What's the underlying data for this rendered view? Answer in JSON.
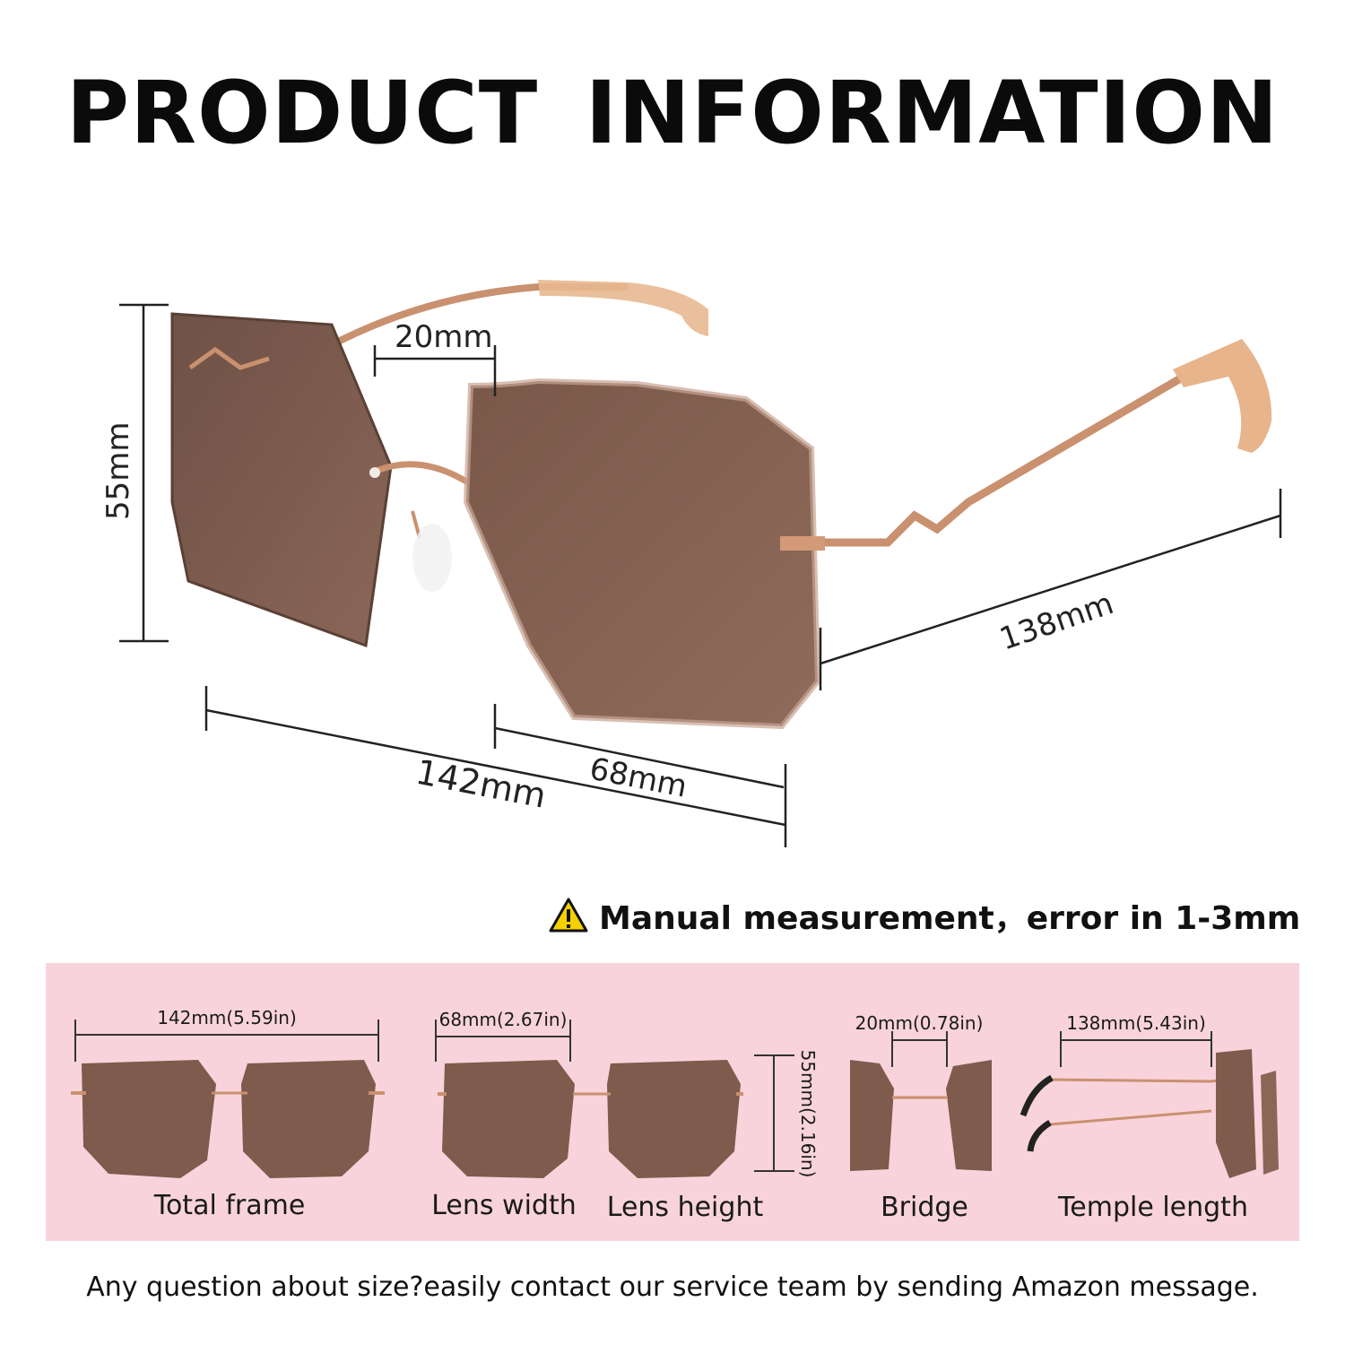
{
  "title": "PRODUCT  INFORMATION",
  "dimensions": {
    "bridge": "20mm",
    "lens_height": "55mm",
    "temple": "138mm",
    "total": "142mm",
    "lens_width": "68mm"
  },
  "warning": {
    "icon": "warning-triangle-icon",
    "text": "Manual measurement，error in 1-3mm"
  },
  "panel": {
    "background": "#f8d3dc",
    "items": [
      {
        "size": "142mm(5.59in)",
        "label": "Total frame"
      },
      {
        "size": "68mm(2.67in)",
        "label": "Lens width"
      },
      {
        "size": "55mm(2.16in)",
        "label": "Lens height"
      },
      {
        "size": "20mm(0.78in)",
        "label": "Bridge"
      },
      {
        "size": "138mm(5.43in)",
        "label": "Temple length"
      }
    ]
  },
  "footer": "Any question about size?easily contact our service team by sending Amazon message.",
  "colors": {
    "lens": "#7b5a4e",
    "frame": "#c99072",
    "temple_tip": "#e6b38c"
  }
}
